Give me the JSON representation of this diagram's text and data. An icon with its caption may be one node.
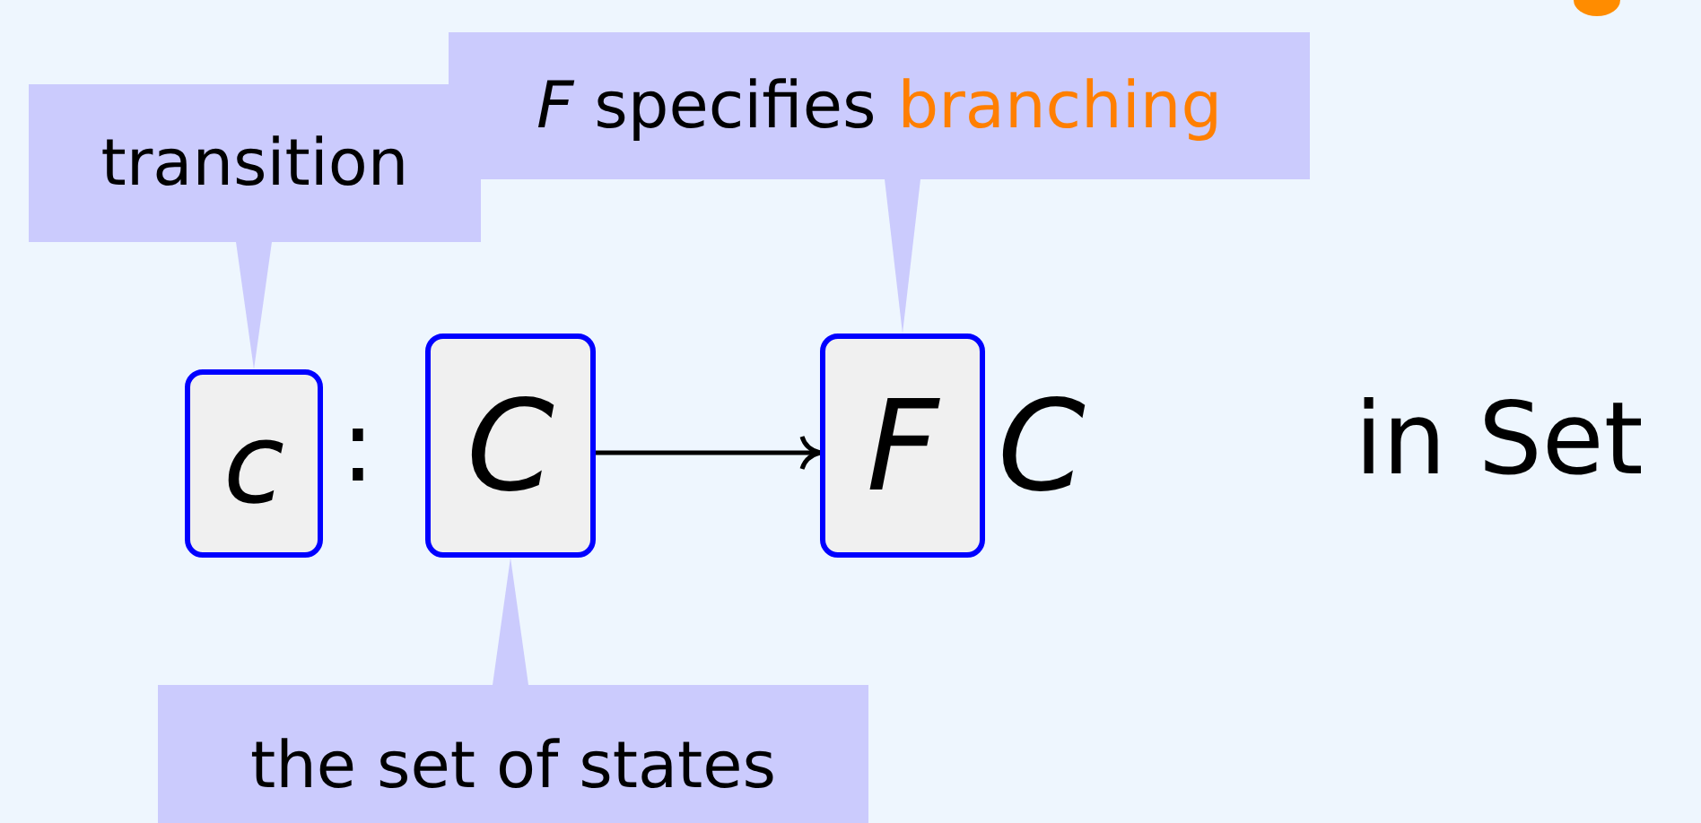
{
  "diagram": {
    "nodes": [
      {
        "text": [
          "transition"
        ]
      },
      {
        "text": [
          "c"
        ]
      },
      {
        "text": [
          "C"
        ]
      },
      {
        "text": [
          "*F* specifies",
          "branching"
        ]
      },
      {
        "text": [
          "F"
        ]
      },
      {
        "text": [
          "the set of states"
        ]
      }
    ],
    "edges": [
      {
        "from": 0,
        "to": 1,
        "arrow": "none"
      },
      {
        "from": 3,
        "to": 4,
        "arrow": "none"
      },
      {
        "from": 5,
        "to": 2,
        "arrow": "none"
      },
      {
        "from": 2,
        "to": 4,
        "arrow": "to"
      }
    ],
    "labels": [
      ":",
      "C",
      "in Set"
    ]
  }
}
